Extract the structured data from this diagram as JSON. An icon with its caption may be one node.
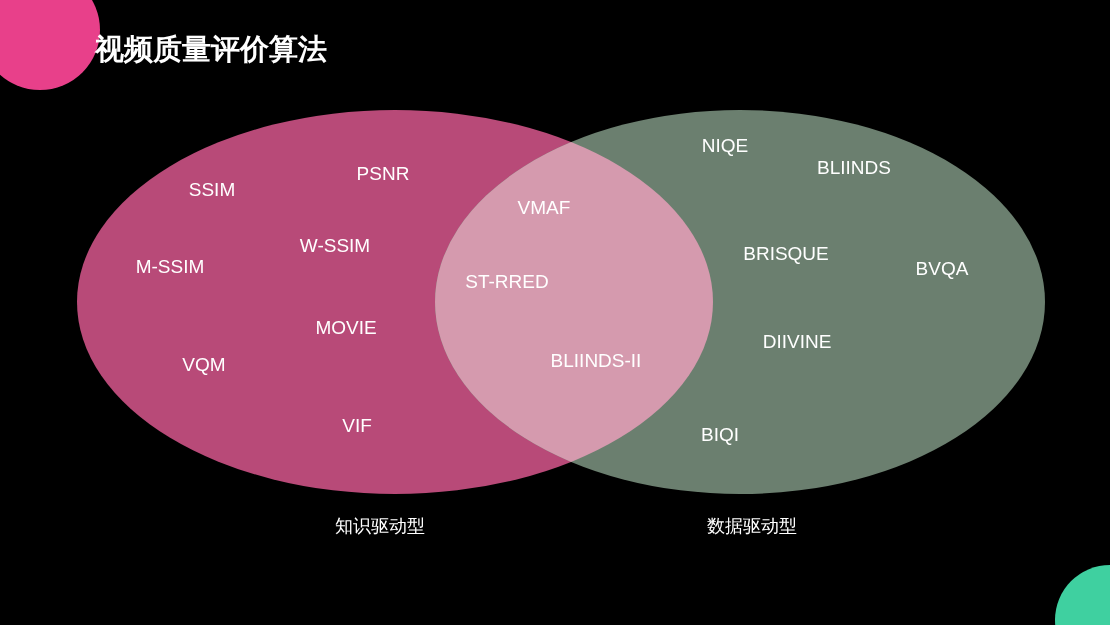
{
  "diagram": {
    "title": "视频质量评价算法",
    "nodes": [
      {
        "text": [
          "SSIM",
          "PSNR",
          "W-SSIM",
          "M-SSIM",
          "MOVIE",
          "VQM",
          "VIF"
        ],
        "beside": [
          "知识驱动型"
        ]
      },
      {
        "text": [
          "NIQE",
          "BLIINDS",
          "BRISQUE",
          "BVQA",
          "DIIVINE",
          "BIQI"
        ],
        "beside": [
          "数据驱动型"
        ]
      }
    ],
    "edges": [],
    "labels": [
      "VMAF",
      "ST-RRED",
      "BLIINDS-II"
    ]
  }
}
